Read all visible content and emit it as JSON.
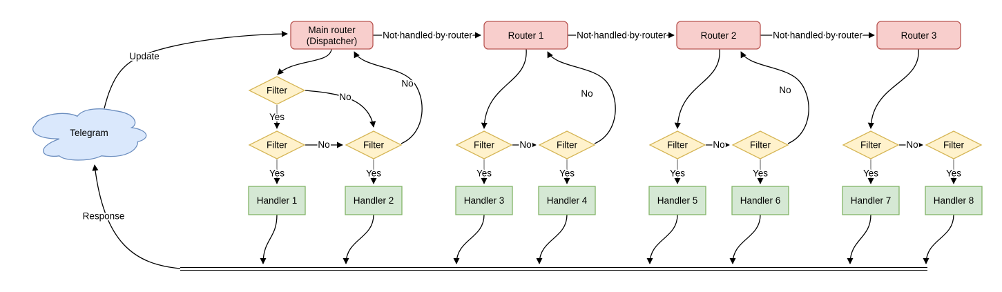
{
  "diagram": {
    "telegram": {
      "label": "Telegram"
    },
    "dispatcher": {
      "label_line1": "Main router",
      "label_line2": "(Dispatcher)"
    },
    "routers": [
      {
        "label": "Router 1"
      },
      {
        "label": "Router 2"
      },
      {
        "label": "Router 3"
      }
    ],
    "filter_label": "Filter",
    "handlers": [
      {
        "label": "Handler 1"
      },
      {
        "label": "Handler 2"
      },
      {
        "label": "Handler 3"
      },
      {
        "label": "Handler 4"
      },
      {
        "label": "Handler 5"
      },
      {
        "label": "Handler 6"
      },
      {
        "label": "Handler 7"
      },
      {
        "label": "Handler 8"
      }
    ],
    "edge_labels": {
      "update": "Update",
      "response": "Response",
      "not_handled": "Not handled by router",
      "yes": "Yes",
      "no": "No"
    },
    "colors": {
      "cloud_fill": "#dae8fc",
      "cloud_stroke": "#6c8ebf",
      "router_fill": "#f8cecc",
      "router_stroke": "#b85450",
      "filter_fill": "#fff2cc",
      "filter_stroke": "#d6b656",
      "handler_fill": "#d5e8d4",
      "handler_stroke": "#82b366"
    }
  }
}
